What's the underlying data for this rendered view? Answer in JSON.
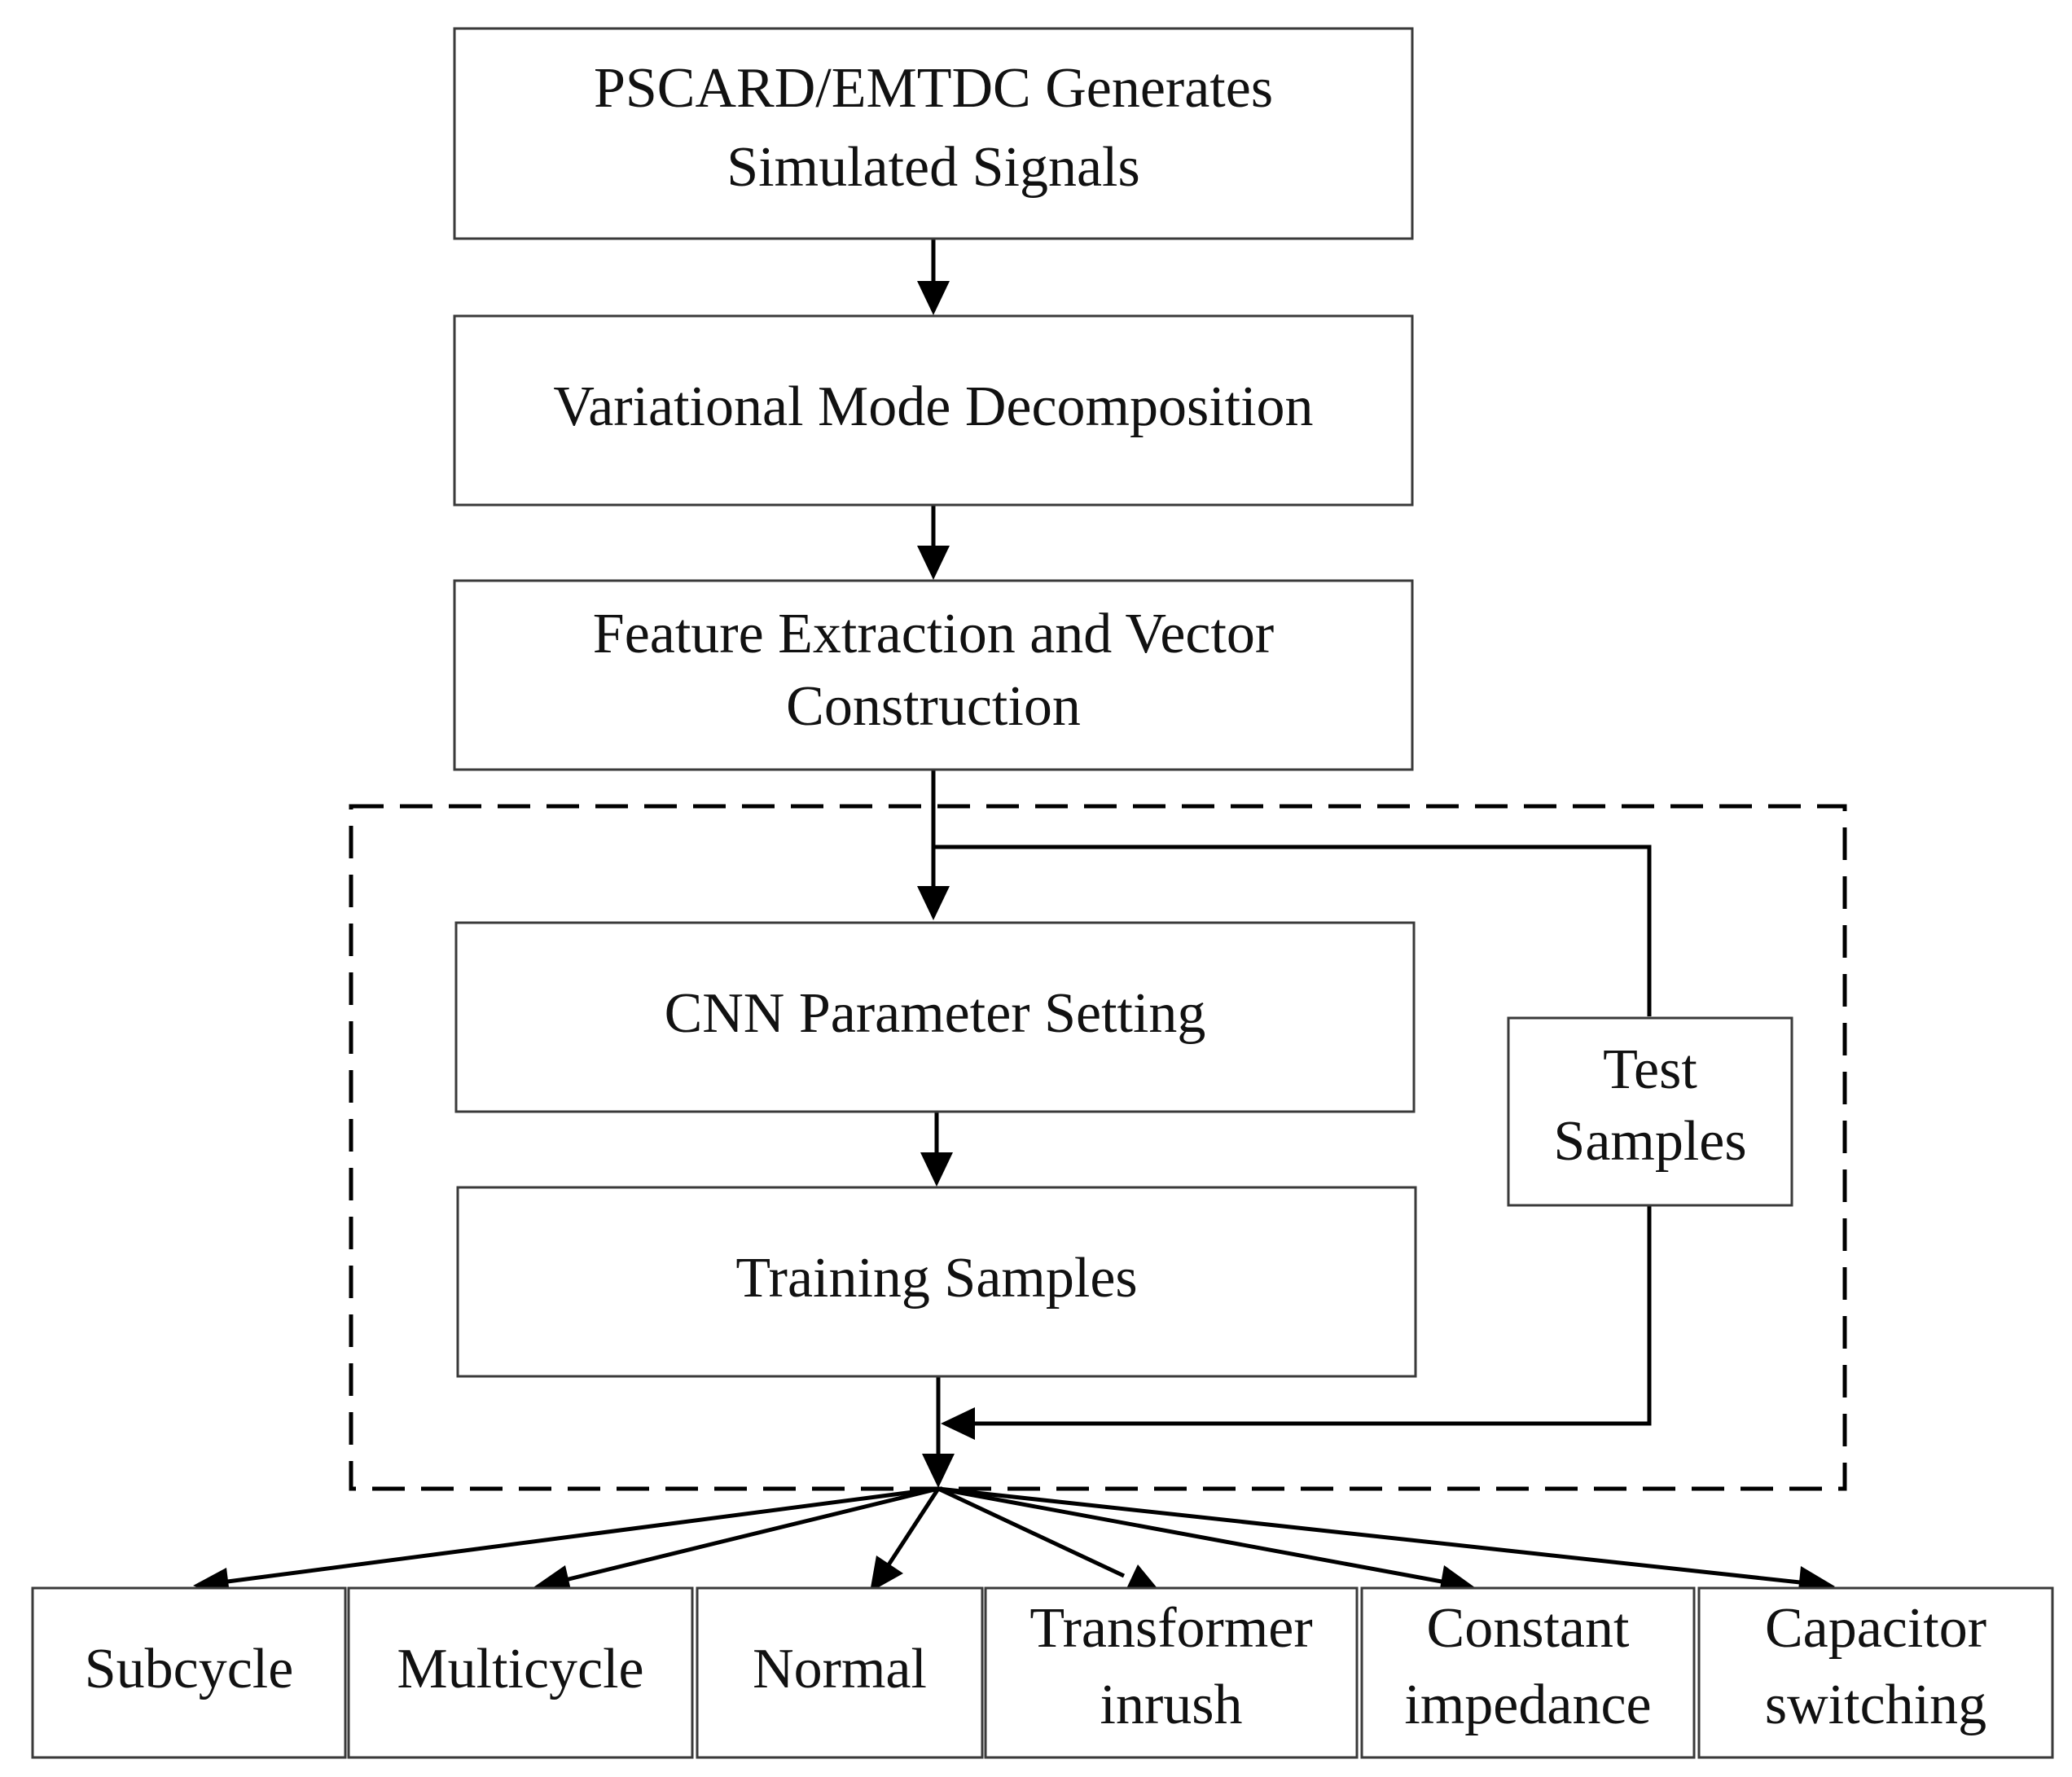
{
  "nodes": {
    "generate": {
      "lines": [
        "PSCARD/EMTDC Generates",
        "Simulated Signals"
      ]
    },
    "vmd": {
      "lines": [
        "Variational Mode Decomposition"
      ]
    },
    "feature": {
      "lines": [
        "Feature Extraction and Vector",
        "Construction"
      ]
    },
    "cnn": {
      "lines": [
        "CNN Parameter Setting"
      ]
    },
    "training": {
      "lines": [
        "Training Samples"
      ]
    },
    "test": {
      "lines": [
        "Test",
        "Samples"
      ]
    },
    "subcycle": {
      "lines": [
        "Subcycle"
      ]
    },
    "multicycle": {
      "lines": [
        "Multicycle"
      ]
    },
    "normal": {
      "lines": [
        "Normal"
      ]
    },
    "transformer": {
      "lines": [
        "Transformer",
        "inrush"
      ]
    },
    "constant": {
      "lines": [
        "Constant",
        "impedance"
      ]
    },
    "capacitor": {
      "lines": [
        "Capacitor",
        "switching"
      ]
    }
  },
  "edges": [
    {
      "from": "generate",
      "to": "vmd"
    },
    {
      "from": "vmd",
      "to": "feature"
    },
    {
      "from": "feature",
      "to": "cnn"
    },
    {
      "from": "feature",
      "to": "test"
    },
    {
      "from": "cnn",
      "to": "training"
    },
    {
      "from": "training",
      "to": "classifier"
    },
    {
      "from": "test",
      "to": "classifier"
    },
    {
      "from": "classifier",
      "to": "subcycle"
    },
    {
      "from": "classifier",
      "to": "multicycle"
    },
    {
      "from": "classifier",
      "to": "normal"
    },
    {
      "from": "classifier",
      "to": "transformer"
    },
    {
      "from": "classifier",
      "to": "constant"
    },
    {
      "from": "classifier",
      "to": "capacitor"
    }
  ],
  "colors": {
    "box_border": "#3a3a3a",
    "arrow": "#000000",
    "text": "#111111",
    "background": "#ffffff"
  }
}
